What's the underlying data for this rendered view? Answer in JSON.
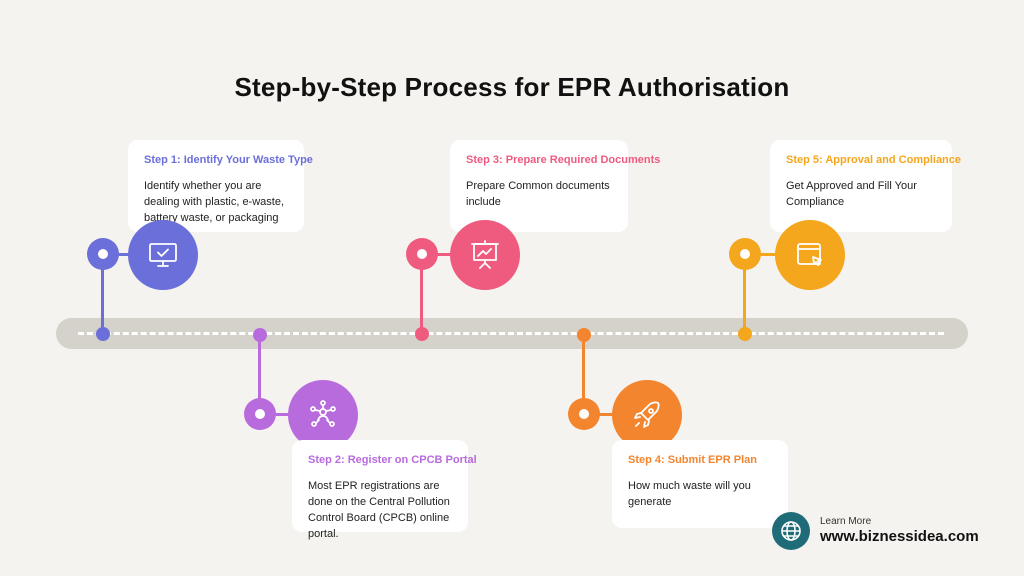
{
  "title": "Step-by-Step Process for EPR Authorisation",
  "colors": {
    "step1": "#6b6fd9",
    "step2": "#b86bdd",
    "step3": "#ef5b7e",
    "step4": "#f4852f",
    "step5": "#f4a61c",
    "track": "#d5d2cc",
    "brand": "#1f6b78"
  },
  "steps": [
    {
      "title": "Step 1: Identify Your Waste Type",
      "description": "Identify whether you are dealing with plastic, e-waste, battery waste, or packaging waste.",
      "icon": "monitor-check-icon"
    },
    {
      "title": "Step 2: Register on CPCB Portal",
      "description": "Most EPR registrations are done on the Central Pollution Control Board (CPCB) online portal.",
      "icon": "network-user-icon"
    },
    {
      "title": "Step 3: Prepare Required Documents",
      "description": "Prepare Common documents include",
      "icon": "presentation-board-icon"
    },
    {
      "title": "Step 4: Submit EPR Plan",
      "description": "How much waste will you generate",
      "icon": "rocket-icon"
    },
    {
      "title": "Step 5: Approval and Compliance",
      "description": "Get Approved and Fill Your Compliance",
      "icon": "browser-cursor-icon"
    }
  ],
  "brand": {
    "small_text": "Learn More",
    "url": "www.biznessidea.com",
    "icon": "globe-icon"
  }
}
